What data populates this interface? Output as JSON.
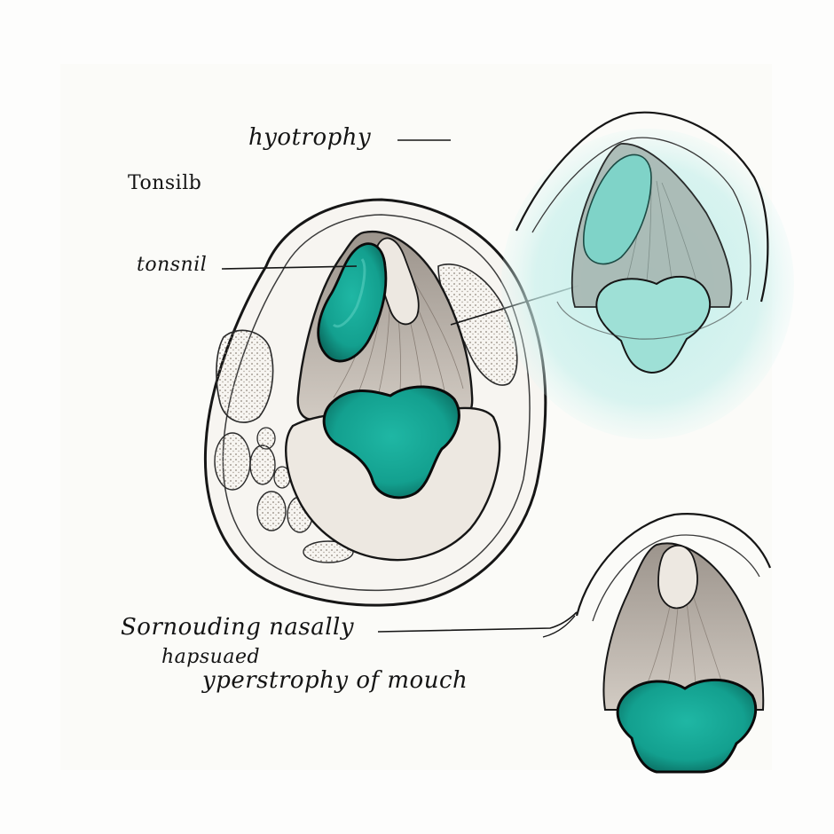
{
  "labels": {
    "hypertrophy": "hyotrophy",
    "tonsils": "Tonsilb",
    "tonsil": "tonsnil",
    "surrounding": "Sornouding nasally",
    "hapsused": "hapsuaed",
    "hypertrophy_mouth": "yperstrophy of mouch"
  },
  "colors": {
    "teal": "#16a392",
    "teal_dark": "#0d6f63",
    "teal_light": "#7fd3c8",
    "wash": "#bfeeea",
    "tissue": "#c9c1b8",
    "bone": "#ede8e1",
    "ink": "#161616"
  }
}
